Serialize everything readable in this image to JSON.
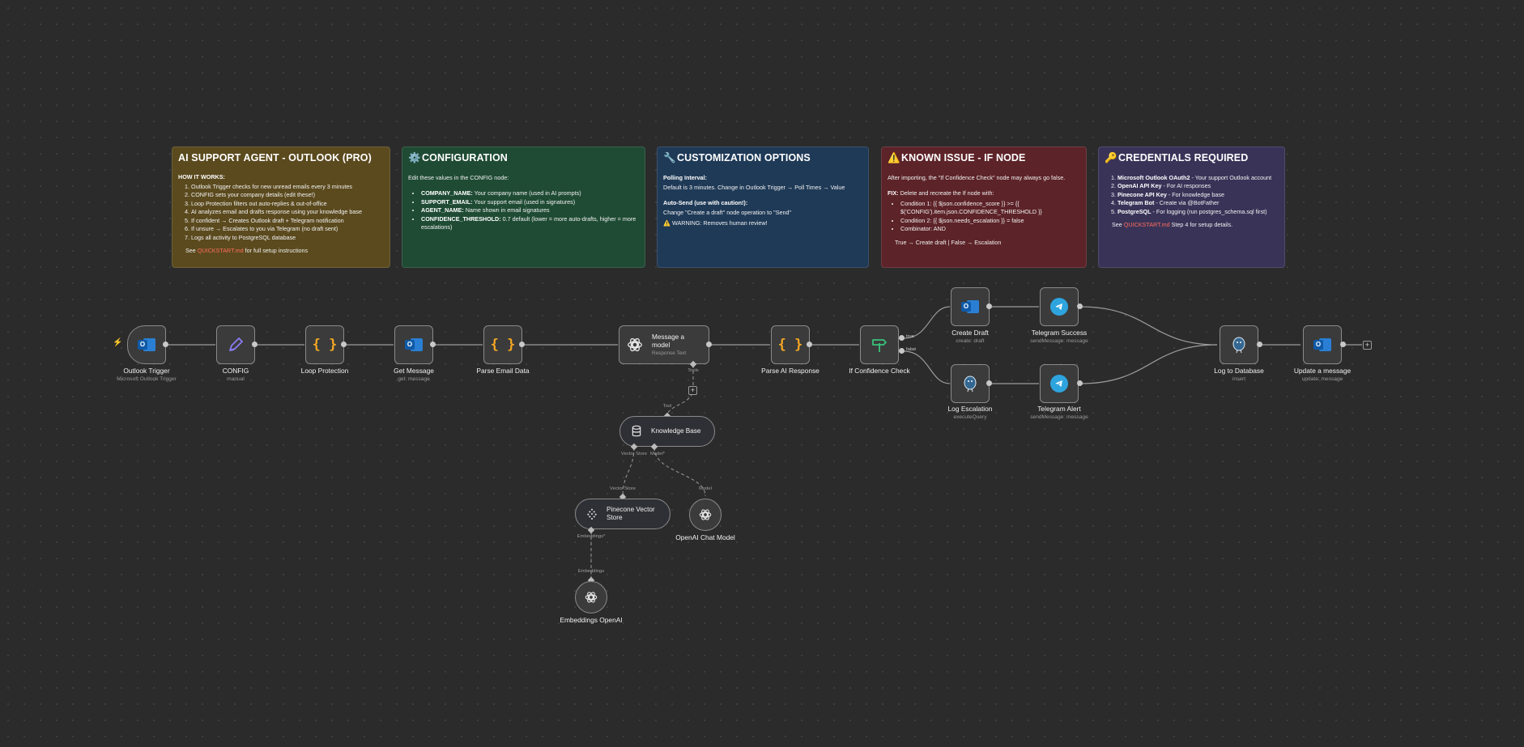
{
  "notes": {
    "main": {
      "title": "AI SUPPORT AGENT - OUTLOOK (PRO)",
      "subtitle": "HOW IT WORKS:",
      "steps": [
        "Outlook Trigger checks for new unread emails every 3 minutes",
        "CONFIG sets your company details (edit these!)",
        "Loop Protection filters out auto-replies & out-of-office",
        "AI analyzes email and drafts response using your knowledge base",
        "If confident → Creates Outlook draft + Telegram notification",
        "If unsure → Escalates to you via Telegram (no draft sent)",
        "Logs all activity to PostgreSQL database"
      ],
      "see_prefix": "See",
      "see_link": "QUICKSTART.md",
      "see_suffix": "for full setup instructions",
      "color": "#5b4a1e"
    },
    "config": {
      "icon": "⚙️",
      "title": "CONFIGURATION",
      "intro": "Edit these values in the CONFIG node:",
      "items": [
        {
          "key": "COMPANY_NAME:",
          "text": " Your company name (used in AI prompts)"
        },
        {
          "key": "SUPPORT_EMAIL:",
          "text": " Your support email (used in signatures)"
        },
        {
          "key": "AGENT_NAME:",
          "text": " Name shown in email signatures"
        },
        {
          "key": "CONFIDENCE_THRESHOLD:",
          "text": " 0.7 default (lower = more auto-drafts, higher = more escalations)"
        }
      ],
      "color": "#1f4b34"
    },
    "custom": {
      "icon": "🔧",
      "title": "CUSTOMIZATION OPTIONS",
      "poll_title": "Polling Interval:",
      "poll_text": "Default is 3 minutes. Change in Outlook Trigger → Poll Times → Value",
      "send_title": "Auto-Send (use with caution!):",
      "send_text": "Change \"Create a draft\" node operation to \"Send\"",
      "warning_icon": "⚠️",
      "warning_text": " WARNING: Removes human review!",
      "color": "#1f3a57"
    },
    "issue": {
      "icon": "⚠️",
      "title": "KNOWN ISSUE - IF NODE",
      "intro": "After importing, the \"If Confidence Check\" node may always go false.",
      "fix_label": "FIX:",
      "fix_text": " Delete and recreate the If node with:",
      "conditions": [
        "Condition 1: {{ $json.confidence_score }} >= {{ $('CONFIG').item.json.CONFIDENCE_THRESHOLD }}",
        "Condition 2: {{ $json.needs_escalation }} = false",
        "Combinator: AND"
      ],
      "result": "True → Create draft | False → Escalation",
      "color": "#5c2328"
    },
    "creds": {
      "icon": "🔑",
      "title": "CREDENTIALS REQUIRED",
      "items": [
        {
          "key": "Microsoft Outlook OAuth2",
          "text": " - Your support Outlook account"
        },
        {
          "key": "OpenAI API Key",
          "text": " - For AI responses"
        },
        {
          "key": "Pinecone API Key",
          "text": " - For knowledge base"
        },
        {
          "key": "Telegram Bot",
          "text": " - Create via @BotFather"
        },
        {
          "key": "PostgreSQL",
          "text": " - For logging (run postgres_schema.sql first)"
        }
      ],
      "see_prefix": "See",
      "see_link": "QUICKSTART.md",
      "see_suffix": "Step 4 for setup details.",
      "color": "#3a3358"
    }
  },
  "nodes": {
    "outlook_trigger": {
      "title": "Outlook Trigger",
      "subtitle": "Microsoft Outlook Trigger",
      "icon": "outlook-icon"
    },
    "config": {
      "title": "CONFIG",
      "subtitle": "manual",
      "icon": "pencil-icon"
    },
    "loop_protection": {
      "title": "Loop Protection",
      "subtitle": "",
      "icon": "code-braces-icon",
      "glyph": "{ }"
    },
    "get_message": {
      "title": "Get Message",
      "subtitle": "get: message",
      "icon": "outlook-icon"
    },
    "parse_email": {
      "title": "Parse Email Data",
      "subtitle": "",
      "icon": "code-braces-icon",
      "glyph": "{ }"
    },
    "message_model": {
      "title": "Message a model",
      "subtitle": "Response Text",
      "icon": "openai-icon",
      "tools_label": "Tools"
    },
    "parse_ai": {
      "title": "Parse AI Response",
      "subtitle": "",
      "icon": "code-braces-icon",
      "glyph": "{ }"
    },
    "if_check": {
      "title": "If Confidence Check",
      "subtitle": "",
      "icon": "signpost-icon",
      "true_label": "true",
      "false_label": "false"
    },
    "create_draft": {
      "title": "Create Draft",
      "subtitle": "create: draft",
      "icon": "outlook-icon"
    },
    "telegram_success": {
      "title": "Telegram Success",
      "subtitle": "sendMessage: message",
      "icon": "telegram-icon"
    },
    "log_escalation": {
      "title": "Log Escalation",
      "subtitle": "executeQuery",
      "icon": "postgres-icon"
    },
    "telegram_alert": {
      "title": "Telegram Alert",
      "subtitle": "sendMessage: message",
      "icon": "telegram-icon"
    },
    "log_db": {
      "title": "Log to Database",
      "subtitle": "insert",
      "icon": "postgres-icon"
    },
    "update_message": {
      "title": "Update a message",
      "subtitle": "update: message",
      "icon": "outlook-icon"
    },
    "knowledge_base": {
      "title": "Knowledge Base",
      "icon": "database-icon",
      "tool_label": "Tool",
      "port_vector": "Vector Store",
      "port_model": "Model*"
    },
    "pinecone": {
      "title": "Pinecone Vector Store",
      "icon": "pinecone-icon",
      "vector_label": "Vector Store",
      "embeddings_label": "Embeddings*"
    },
    "openai_chat": {
      "title": "OpenAI Chat Model",
      "icon": "openai-icon",
      "model_label": "Model"
    },
    "embeddings": {
      "title": "Embeddings OpenAI",
      "icon": "openai-icon",
      "embeddings_label": "Embeddings"
    }
  },
  "misc": {
    "add_button": "+",
    "trigger_bolt": "⚡"
  }
}
